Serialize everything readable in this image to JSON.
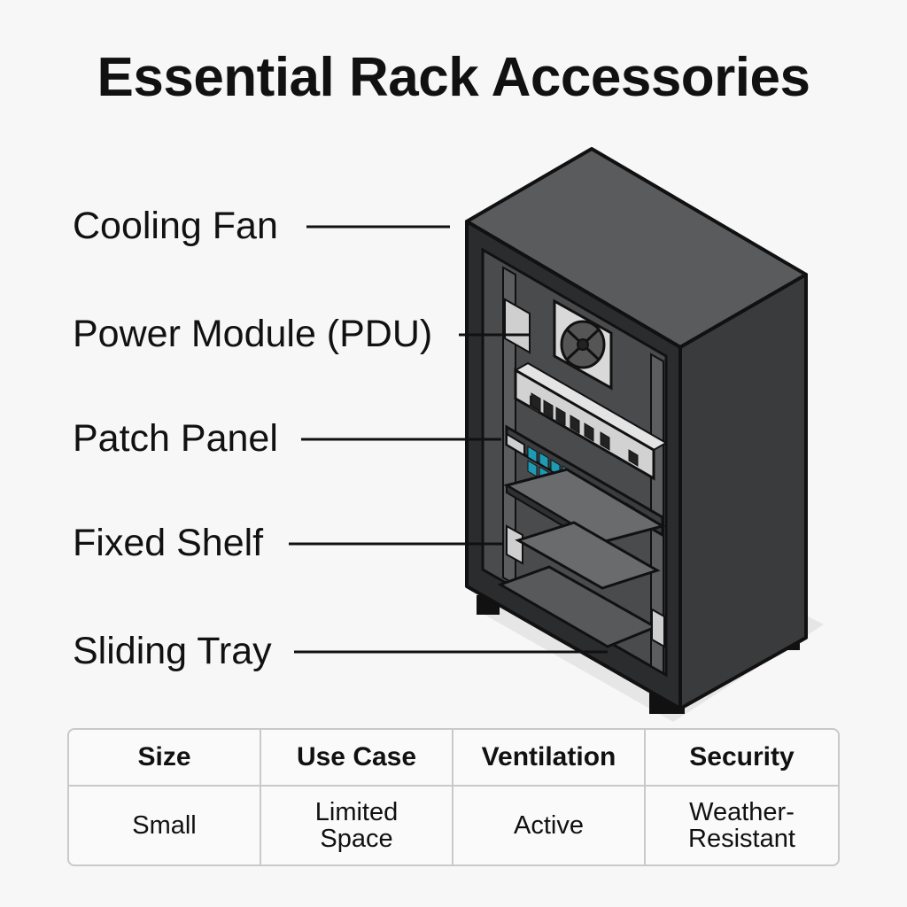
{
  "title": "Essential Rack Accessories",
  "callouts": [
    {
      "label": "Cooling Fan"
    },
    {
      "label": "Power Module (PDU)"
    },
    {
      "label": "Patch Panel"
    },
    {
      "label": "Fixed Shelf"
    },
    {
      "label": "Sliding Tray"
    }
  ],
  "table": {
    "headers": [
      "Size",
      "Use Case",
      "Ventilation",
      "Security"
    ],
    "row": [
      "Small",
      "Limited Space",
      "Active",
      "Weather-Resistant"
    ]
  },
  "colors": {
    "cabinet_top": "#5a5b5d",
    "cabinet_side": "#3a3b3d",
    "cabinet_front": "#2b2c2e",
    "port_teal": "#1e9bb4"
  }
}
